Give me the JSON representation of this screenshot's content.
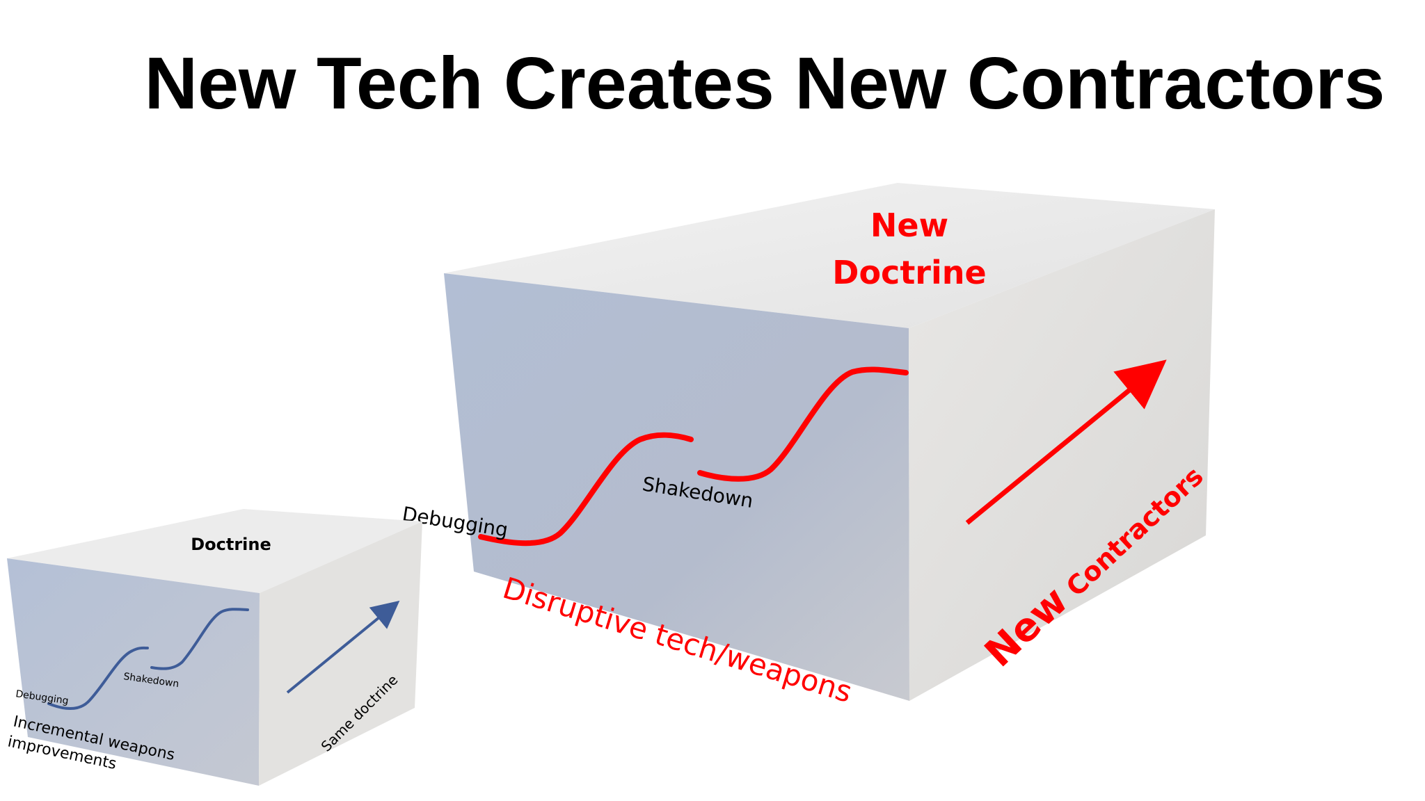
{
  "title": "New Tech Creates New Contractors",
  "small_box": {
    "top_label": "Doctrine",
    "start_label": "Debugging",
    "middle_label": "Shakedown",
    "front_label_line1": "Incremental weapons",
    "front_label_line2": "improvements",
    "side_label": "Same doctrine"
  },
  "large_box": {
    "top_label_line1": "New",
    "top_label_line2": "Doctrine",
    "start_label": "Debugging",
    "middle_label": "Shakedown",
    "front_label": "Disruptive tech/weapons",
    "side_label_bold": "New",
    "side_label_rest": " Contractors"
  },
  "colors": {
    "accent_red": "#ff0000",
    "curve_blue": "#3e5c98",
    "box_front": "#b4bed0",
    "box_top": "#eaeaea",
    "box_side": "#e3e2e0"
  },
  "icons": {
    "small_arrow": "arrow-up-right-icon",
    "large_arrow": "arrow-up-right-icon"
  }
}
